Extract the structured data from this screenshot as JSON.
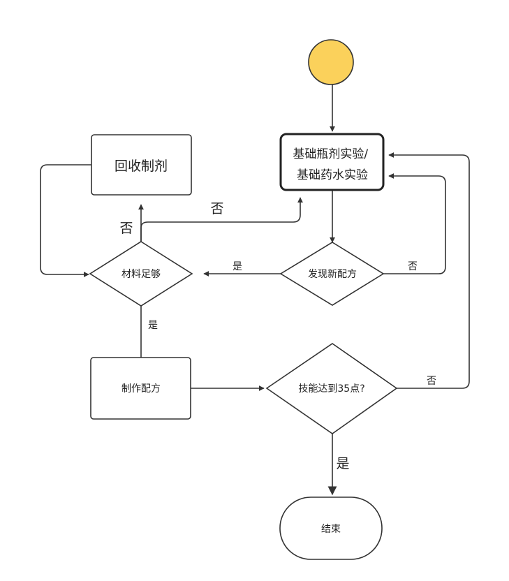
{
  "diagram": {
    "type": "flowchart",
    "colors": {
      "start_fill": "#FBD15B",
      "stroke": "#333333",
      "background": "#ffffff"
    },
    "nodes": {
      "start": {
        "shape": "circle",
        "label": ""
      },
      "experiment": {
        "shape": "rounded-rect-bold",
        "lines": [
          "基础瓶剂实验/",
          "基础药水实验"
        ]
      },
      "recycle": {
        "shape": "rounded-rect",
        "label": "回收制剂"
      },
      "enough": {
        "shape": "diamond",
        "label": "材料足够"
      },
      "discover": {
        "shape": "diamond",
        "label": "发现新配方"
      },
      "craft": {
        "shape": "rounded-rect",
        "label": "制作配方"
      },
      "skill": {
        "shape": "diamond",
        "label": "技能达到35点?"
      },
      "end": {
        "shape": "terminator",
        "label": "结束"
      }
    },
    "edges": {
      "discover_yes": "是",
      "discover_no": "否",
      "enough_no": "否",
      "enough_yes": "是",
      "skill_no": "否",
      "skill_yes": "是"
    }
  }
}
